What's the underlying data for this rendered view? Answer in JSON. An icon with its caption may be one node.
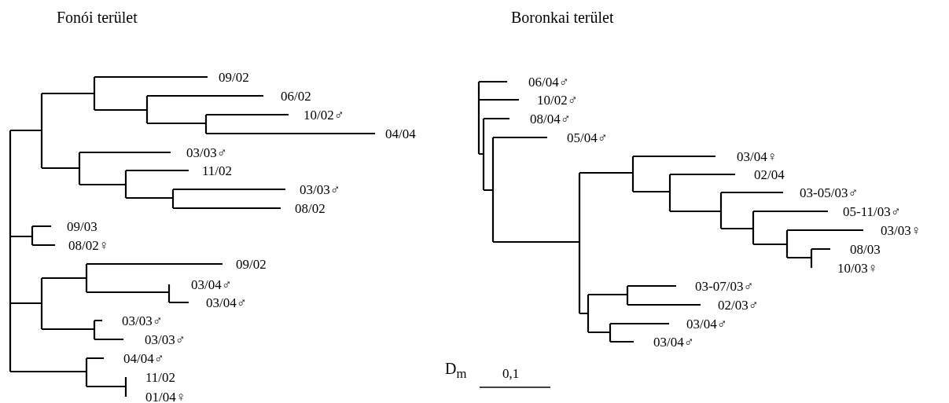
{
  "diagram": {
    "labels": [
      "Fonói terület",
      "Boronkai terület",
      "09/02",
      "06/02",
      "10/02♂",
      "04/04",
      "03/03♂",
      "11/02",
      "03/03♂",
      "08/02",
      "09/03",
      "08/02♀",
      "09/02",
      "03/04♂",
      "03/04♂",
      "03/03♂",
      "03/03♂",
      "04/04♂",
      "11/02",
      "01/04♀",
      "06/04♂",
      "10/02♂",
      "08/04♂",
      "05/04♂",
      "03/04♀",
      "02/04",
      "03-05/03♂",
      "05-11/03♂",
      "03/03♀",
      "08/03",
      "10/03♀",
      "03-07/03♂",
      "02/03♂",
      "03/04♂",
      "03/04♂",
      "D$_{m}$",
      "0,1"
    ]
  }
}
